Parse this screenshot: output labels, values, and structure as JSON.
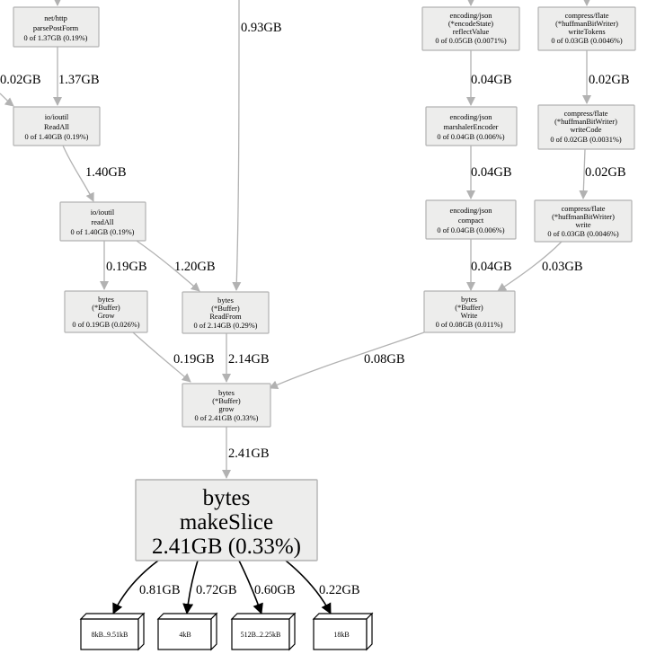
{
  "colors": {
    "node_fill": "#ededec",
    "node_stroke": "#b2b2b2",
    "light_edge": "#b2b2b2",
    "dark_edge": "#000000"
  },
  "nodes": {
    "parsePostForm": [
      "net/http",
      "parsePostForm",
      "0 of 1.37GB (0.19%)"
    ],
    "ioutilReadAllUpper": [
      "io/ioutil",
      "ReadAll",
      "0 of 1.40GB (0.19%)"
    ],
    "ioutilReadAllLower": [
      "io/ioutil",
      "readAll",
      "0 of 1.40GB (0.19%)"
    ],
    "bufferGrowUpper": [
      "bytes",
      "(*Buffer)",
      "Grow",
      "0 of 0.19GB (0.026%)"
    ],
    "bufferReadFrom": [
      "bytes",
      "(*Buffer)",
      "ReadFrom",
      "0 of 2.14GB (0.29%)"
    ],
    "bufferWrite": [
      "bytes",
      "(*Buffer)",
      "Write",
      "0 of 0.08GB (0.011%)"
    ],
    "bufferGrowLower": [
      "bytes",
      "(*Buffer)",
      "grow",
      "0 of 2.41GB (0.33%)"
    ],
    "reflectValue": [
      "encoding/json",
      "(*encodeState)",
      "reflectValue",
      "0 of 0.05GB (0.0071%)"
    ],
    "marshalerEncoder": [
      "encoding/json",
      "marshalerEncoder",
      "0 of 0.04GB (0.006%)"
    ],
    "jsonCompact": [
      "encoding/json",
      "compact",
      "0 of 0.04GB (0.006%)"
    ],
    "writeTokens": [
      "compress/flate",
      "(*huffmanBitWriter)",
      "writeTokens",
      "0 of 0.03GB (0.0046%)"
    ],
    "writeCode": [
      "compress/flate",
      "(*huffmanBitWriter)",
      "writeCode",
      "0 of 0.02GB (0.0031%)"
    ],
    "flateWrite": [
      "compress/flate",
      "(*huffmanBitWriter)",
      "write",
      "0 of 0.03GB (0.0046%)"
    ],
    "makeSlice": [
      "bytes",
      "makeSlice",
      "2.41GB (0.33%)"
    ]
  },
  "edges": {
    "e_left_in": "0.02GB",
    "e_parse_readall": "1.37GB",
    "e_top_readfrom": "0.93GB",
    "e_readall_readall": "1.40GB",
    "e_readall_grow": "0.19GB",
    "e_readall_readfrom": "1.20GB",
    "e_grow_grow": "0.19GB",
    "e_readfrom_grow": "2.14GB",
    "e_write_grow": "0.08GB",
    "e_grow_makeslice": "2.41GB",
    "e_reflect_marshaler": "0.04GB",
    "e_marshaler_compact": "0.04GB",
    "e_compact_write": "0.04GB",
    "e_tokens_code": "0.02GB",
    "e_code_write": "0.02GB",
    "e_flatewrite_write": "0.03GB",
    "e_make_leaf1": "0.81GB",
    "e_make_leaf2": "0.72GB",
    "e_make_leaf3": "0.60GB",
    "e_make_leaf4": "0.22GB"
  },
  "leaves": {
    "leaf1": "8kB..9.51kB",
    "leaf2": "4kB",
    "leaf3": "512B..2.25kB",
    "leaf4": "18kB"
  }
}
